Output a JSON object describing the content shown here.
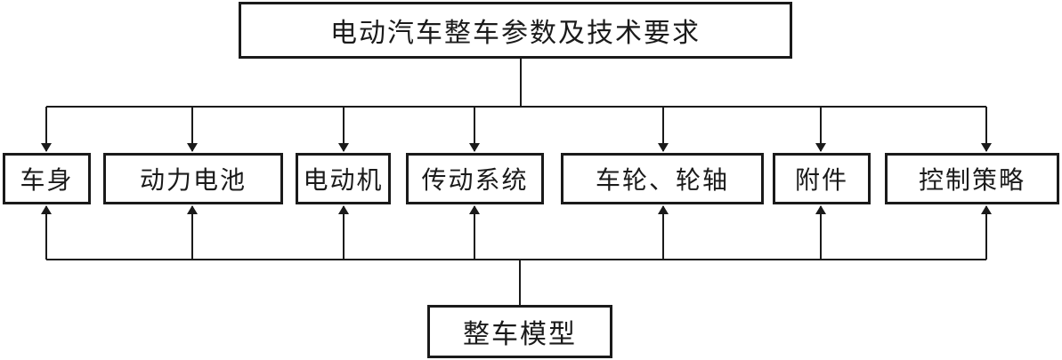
{
  "top_box": {
    "label": "电动汽车整车参数及技术要求"
  },
  "modules": [
    {
      "label": "车身"
    },
    {
      "label": "动力电池"
    },
    {
      "label": "电动机"
    },
    {
      "label": "传动系统"
    },
    {
      "label": "车轮、轮轴"
    },
    {
      "label": "附件"
    },
    {
      "label": "控制策略"
    }
  ],
  "bottom_box": {
    "label": "整车模型"
  },
  "colors": {
    "line": "#1a1a1a",
    "background": "#ffffff"
  }
}
